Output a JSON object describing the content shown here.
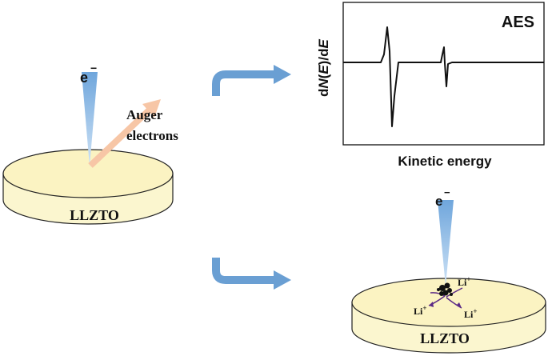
{
  "left_panel": {
    "electron_label": "e",
    "electron_charge": "−",
    "auger_label_line1": "Auger",
    "auger_label_line2": "electrons",
    "disk_label": "LLZTO"
  },
  "aes_plot": {
    "title": "AES",
    "ylabel_d": "d",
    "ylabel_N": "N",
    "ylabel_paren_open": "(",
    "ylabel_E": "E",
    "ylabel_paren_close": ")/d",
    "ylabel_E2": "E",
    "xlabel": "Kinetic energy"
  },
  "bottom_right_panel": {
    "electron_label": "e",
    "electron_charge": "−",
    "li_label": "Li",
    "li_charge": "+",
    "disk_label": "LLZTO"
  },
  "colors": {
    "disk_fill": "#fbf6cf",
    "disk_stroke": "#222222",
    "beam_fill": "#8db9e3",
    "arrow_fill": "#6a9fd3",
    "auger_arrow": "#f7c6a6",
    "debris": "#111111",
    "li_paths": "#5b2a86"
  }
}
